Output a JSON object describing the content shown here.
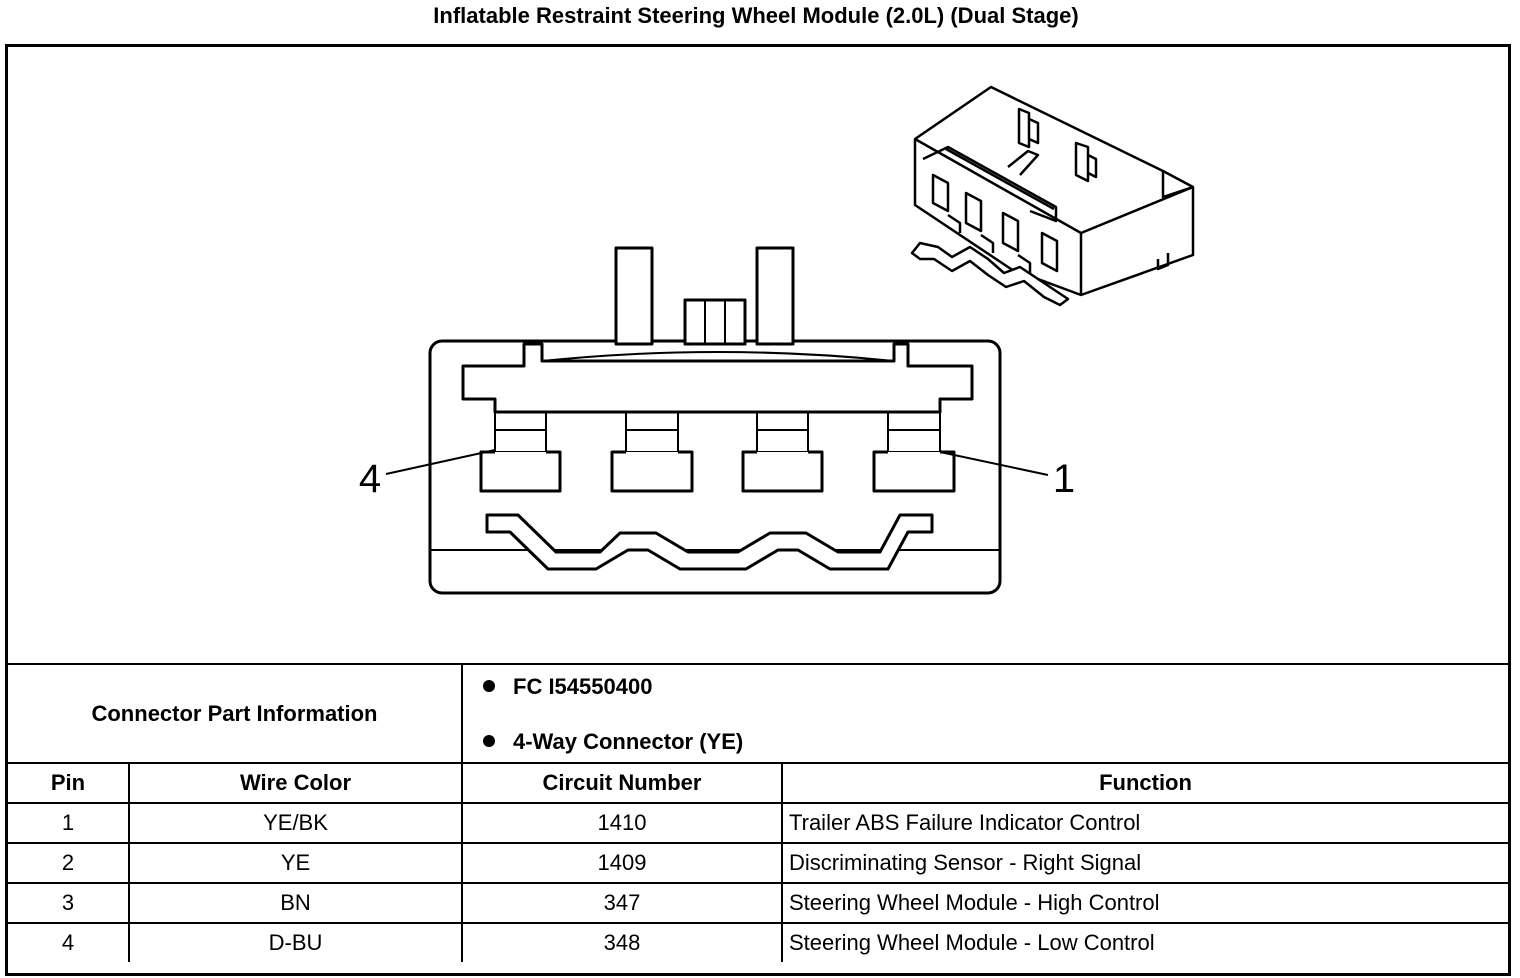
{
  "title": "Inflatable Restraint Steering Wheel Module (2.0L) (Dual Stage)",
  "diagram": {
    "pin_label_left": "4",
    "pin_label_right": "1"
  },
  "connector_info": {
    "label": "Connector Part Information",
    "items": [
      "FC I54550400",
      "4-Way Connector (YE)"
    ]
  },
  "table": {
    "headers": [
      "Pin",
      "Wire Color",
      "Circuit Number",
      "Function"
    ],
    "rows": [
      {
        "pin": "1",
        "wire_color": "YE/BK",
        "circuit": "1410",
        "function": "Trailer ABS Failure Indicator Control"
      },
      {
        "pin": "2",
        "wire_color": "YE",
        "circuit": "1409",
        "function": "Discriminating Sensor - Right Signal"
      },
      {
        "pin": "3",
        "wire_color": "BN",
        "circuit": "347",
        "function": "Steering Wheel Module - High Control"
      },
      {
        "pin": "4",
        "wire_color": "D-BU",
        "circuit": "348",
        "function": "Steering Wheel Module - Low Control"
      }
    ]
  }
}
